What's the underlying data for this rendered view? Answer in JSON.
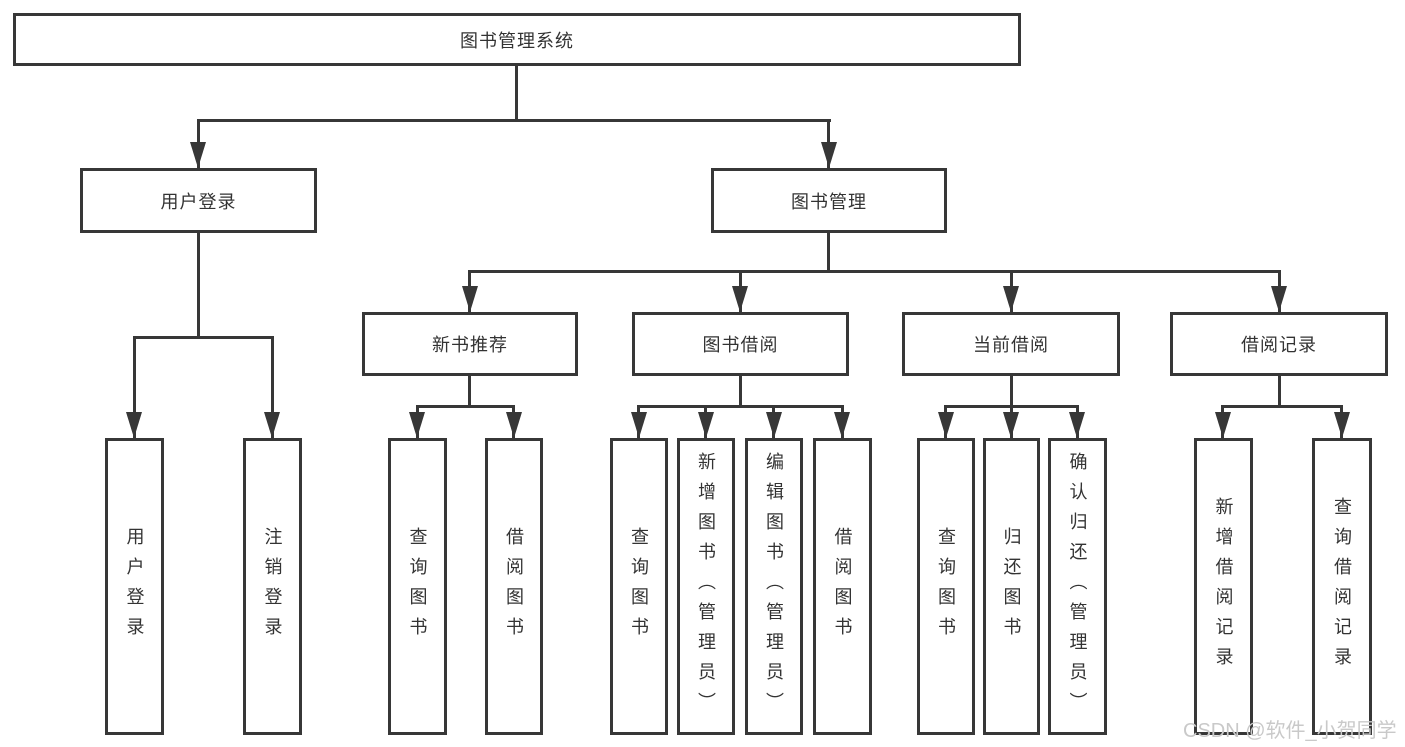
{
  "tree": {
    "root": "图书管理系统",
    "branches": [
      {
        "label": "用户登录",
        "leaves": [
          "用户登录",
          "注销登录"
        ]
      },
      {
        "label": "图书管理",
        "groups": [
          {
            "label": "新书推荐",
            "leaves": [
              "查询图书",
              "借阅图书"
            ]
          },
          {
            "label": "图书借阅",
            "leaves": [
              "查询图书",
              "新增图书（管理员）",
              "编辑图书（管理员）",
              "借阅图书"
            ]
          },
          {
            "label": "当前借阅",
            "leaves": [
              "查询图书",
              "归还图书",
              "确认归还（管理员）"
            ]
          },
          {
            "label": "借阅记录",
            "leaves": [
              "新增借阅记录",
              "查询借阅记录"
            ]
          }
        ]
      }
    ]
  },
  "watermark": "CSDN @软件_小贺同学",
  "colors": {
    "stroke": "#373737",
    "text": "#333333",
    "watermark": "#c9c9c9",
    "background": "#ffffff"
  }
}
